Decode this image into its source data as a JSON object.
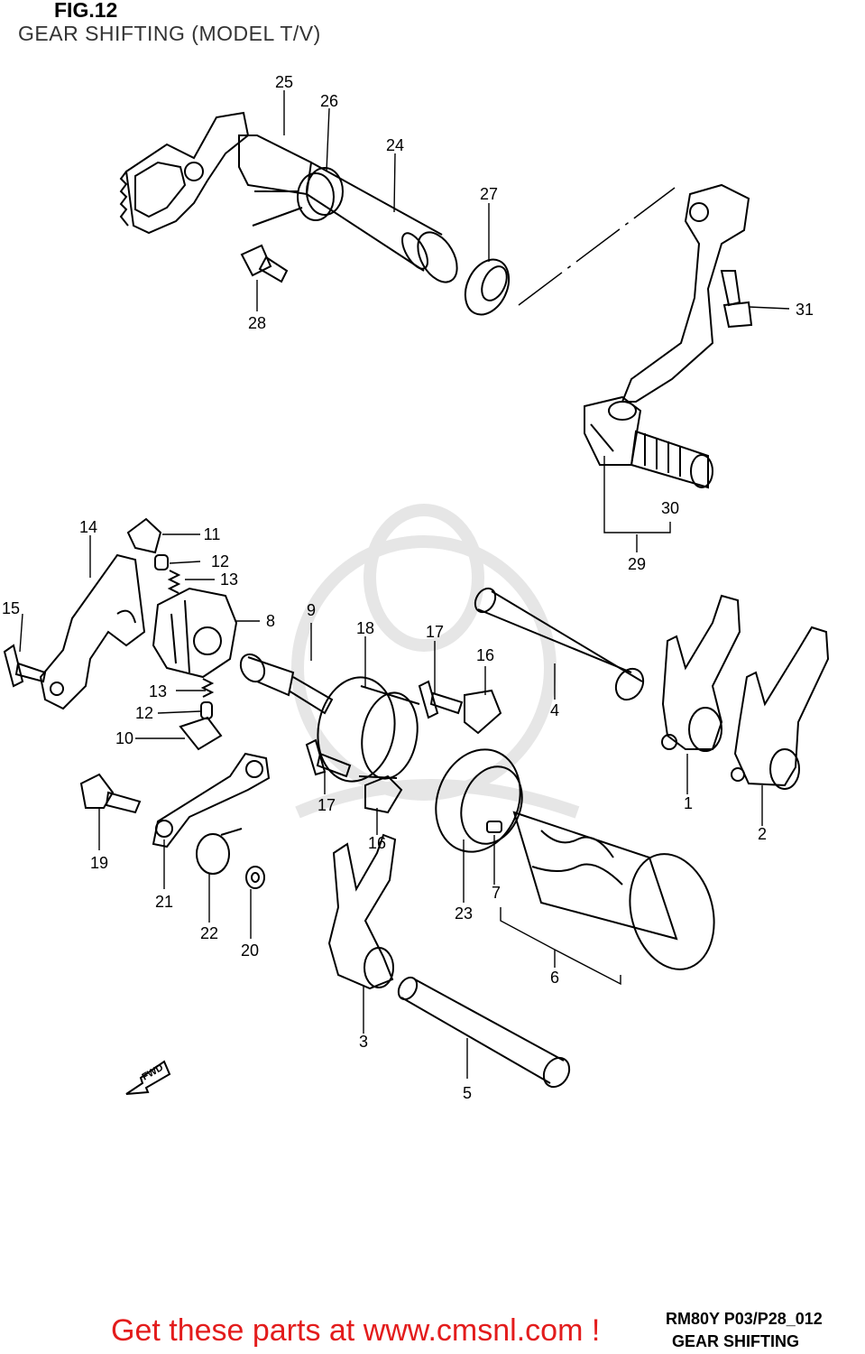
{
  "figure": {
    "number": "FIG.12",
    "title": "GEAR SHIFTING (MODEL T/V)"
  },
  "direction_marker": "FWD",
  "callouts": [
    "1",
    "2",
    "3",
    "4",
    "5",
    "6",
    "7",
    "8",
    "9",
    "10",
    "11",
    "12",
    "12",
    "13",
    "13",
    "14",
    "15",
    "16",
    "16",
    "17",
    "17",
    "18",
    "19",
    "20",
    "21",
    "22",
    "23",
    "24",
    "25",
    "26",
    "27",
    "28",
    "29",
    "30",
    "31"
  ],
  "footer": {
    "code": "RM80Y P03/P28_012",
    "caption": "GEAR SHIFTING",
    "promo": "Get these parts at www.cmsnl.com !"
  },
  "colors": {
    "promo": "#e31c1c",
    "line": "#000000",
    "watermark": "#e6e6e6"
  }
}
